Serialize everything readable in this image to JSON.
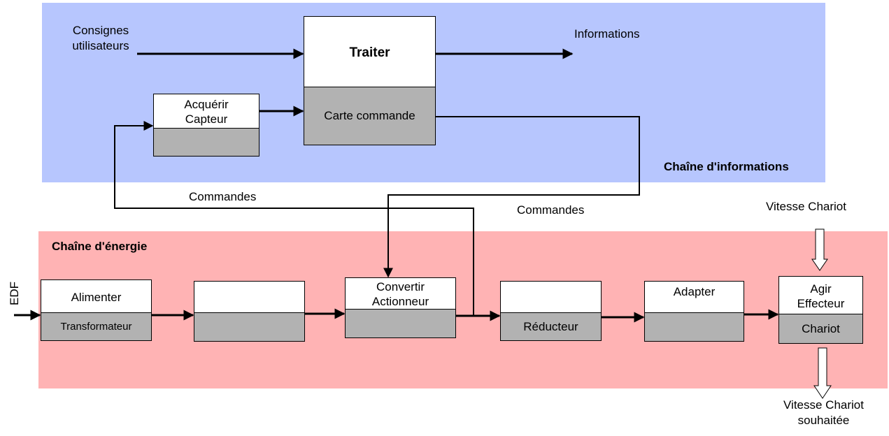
{
  "zones": {
    "info_label": "Chaîne d'informations",
    "energy_label": "Chaîne d'énergie"
  },
  "labels": {
    "consignes_line1": "Consignes",
    "consignes_line2": "utilisateurs",
    "informations": "Informations",
    "commandes_left": "Commandes",
    "commandes_right": "Commandes",
    "edf": "EDF",
    "vitesse_in": "Vitesse Chariot",
    "vitesse_out_line1": "Vitesse Chariot",
    "vitesse_out_line2": "souhaitée"
  },
  "blocks": {
    "traiter": {
      "top": "Traiter",
      "bottom": "Carte commande"
    },
    "acquerir": {
      "top_line1": "Acquérir",
      "top_line2": "Capteur",
      "bottom": ""
    },
    "alimenter": {
      "top": "Alimenter",
      "bottom": "Transformateur"
    },
    "distribuer": {
      "top": "",
      "bottom": ""
    },
    "convertir": {
      "top_line1": "Convertir",
      "top_line2": "Actionneur",
      "bottom": ""
    },
    "transmettre": {
      "top": "",
      "bottom": "Réducteur"
    },
    "adapter": {
      "top": "Adapter",
      "bottom": ""
    },
    "agir": {
      "top_line1": "Agir",
      "top_line2": "Effecteur",
      "bottom": "Chariot"
    }
  },
  "colors": {
    "info_zone": "#b7c6fe",
    "energy_zone": "#ffb3b4",
    "block_bottom": "#b2b2b2"
  }
}
